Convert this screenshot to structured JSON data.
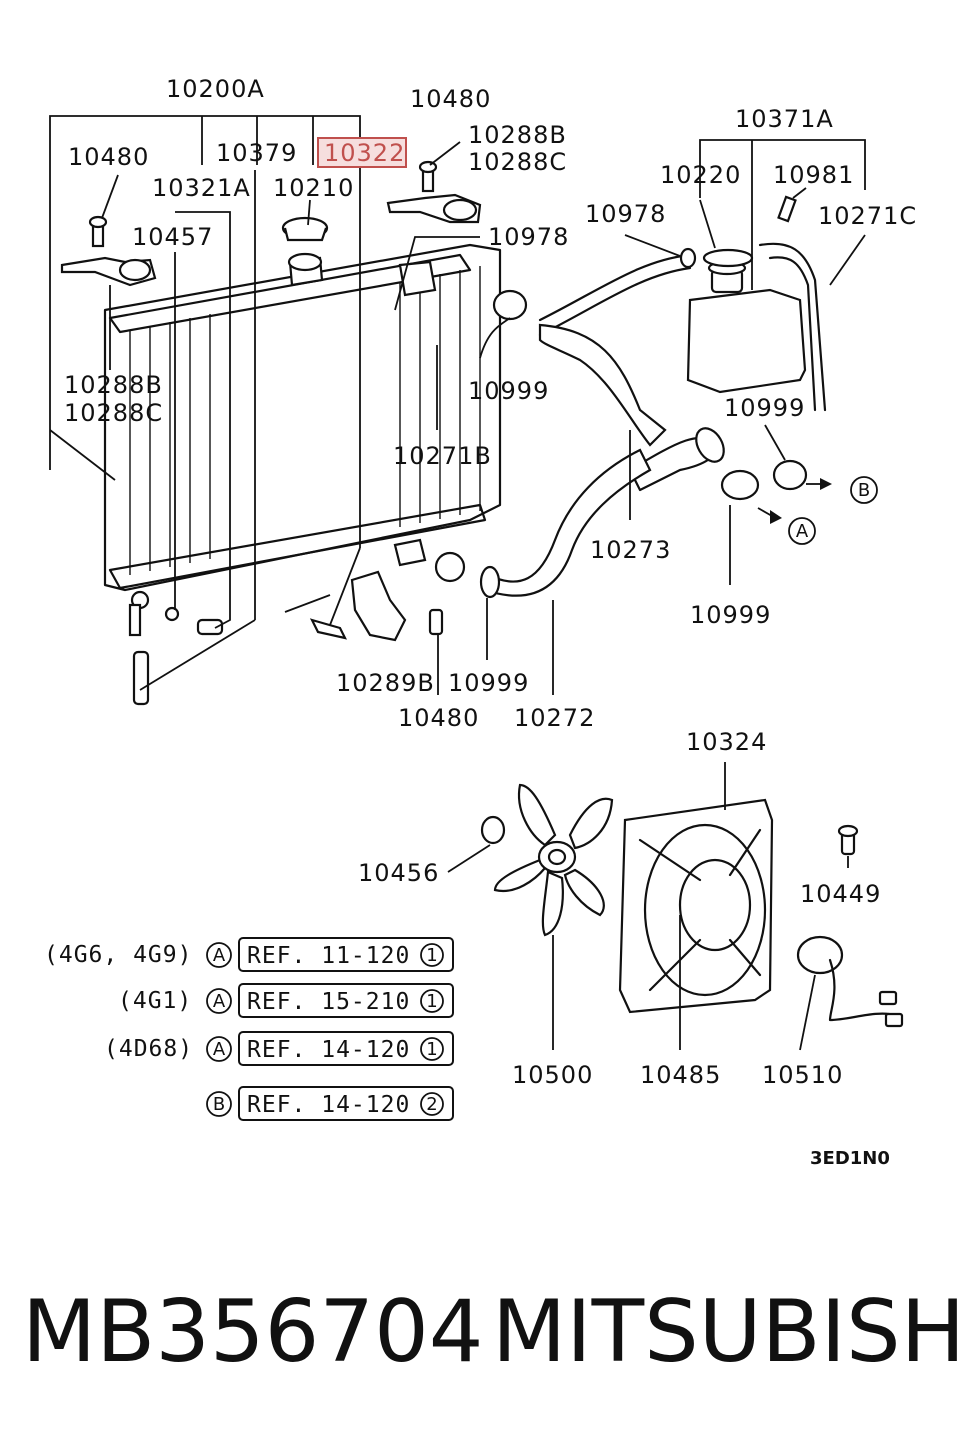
{
  "part_labels": {
    "p10200A": "10200A",
    "p10480_top": "10480",
    "p10371A": "10371A",
    "p10288B_top": "10288B",
    "p10288C_top": "10288C",
    "p10480_left": "10480",
    "p10379": "10379",
    "p10322": "10322",
    "p10321A": "10321A",
    "p10210": "10210",
    "p10220": "10220",
    "p10981": "10981",
    "p10978_a": "10978",
    "p10271C": "10271C",
    "p10457": "10457",
    "p10978_b": "10978",
    "p10288B_left": "10288B",
    "p10288C_left": "10288C",
    "p10999_a": "10999",
    "p10999_b": "10999",
    "p10271B": "10271B",
    "p10273": "10273",
    "p10999_c": "10999",
    "p10289B": "10289B",
    "p10999_d": "10999",
    "p10480_bottom": "10480",
    "p10272": "10272",
    "p10324": "10324",
    "p10456": "10456",
    "p10449": "10449",
    "p10500": "10500",
    "p10485": "10485",
    "p10510": "10510"
  },
  "markers": {
    "a": "A",
    "b": "B"
  },
  "references": [
    {
      "engine": "(4G6, 4G9)",
      "marker": "A",
      "ref": "REF. 11-120",
      "num": "1"
    },
    {
      "engine": "(4G1)",
      "marker": "A",
      "ref": "REF. 15-210",
      "num": "1"
    },
    {
      "engine": "(4D68)",
      "marker": "A",
      "ref": "REF. 14-120",
      "num": "1"
    },
    {
      "engine": "",
      "marker": "B",
      "ref": "REF. 14-120",
      "num": "2"
    }
  ],
  "diagram_code": "3ED1N0",
  "highlight_color": "#c0504d",
  "footer": {
    "part_number": "MB356704",
    "brand": "MITSUBISHI"
  }
}
